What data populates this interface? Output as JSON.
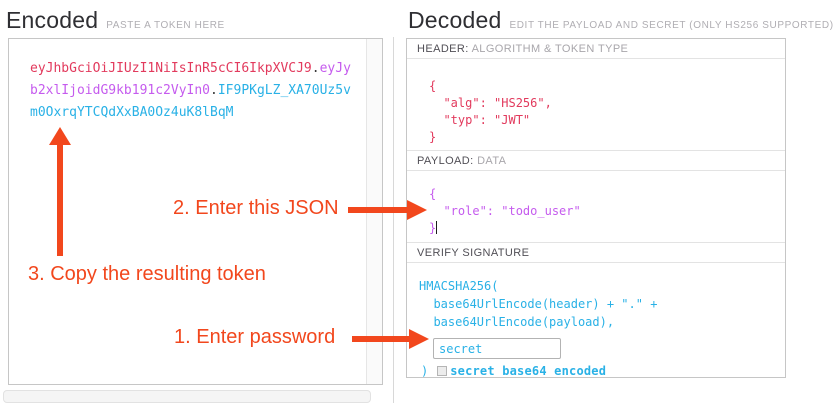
{
  "encoded_panel": {
    "title": "Encoded",
    "subtitle": "PASTE A TOKEN HERE",
    "token": {
      "header_part": "eyJhbGciOiJIUzI1NiIsInR5cCI6IkpXVCJ9",
      "dot1": ".",
      "payload_part": "eyJyb2xlIjoidG9kb191c2VyIn0",
      "dot2": ".",
      "signature_part": "IF9PKgLZ_XA70Uz5vm0OxrqYTCQdXxBA0Oz4uK8lBqM"
    }
  },
  "decoded_panel": {
    "title": "Decoded",
    "subtitle": "EDIT THE PAYLOAD AND SECRET (ONLY HS256 SUPPORTED)",
    "header_section": {
      "label": "HEADER:",
      "sublabel": "ALGORITHM & TOKEN TYPE",
      "lines": [
        "{",
        "  \"alg\": \"HS256\",",
        "  \"typ\": \"JWT\"",
        "}"
      ]
    },
    "payload_section": {
      "label": "PAYLOAD:",
      "sublabel": "DATA",
      "lines": [
        "{",
        "  \"role\": \"todo_user\"",
        "}"
      ]
    },
    "signature_section": {
      "label": "VERIFY SIGNATURE",
      "lines": [
        "HMACSHA256(",
        "  base64UrlEncode(header) + \".\" +",
        "  base64UrlEncode(payload),"
      ],
      "secret_input_value": "secret",
      "closing_paren": ")",
      "checkbox_label": "secret base64 encoded"
    }
  },
  "annotations": {
    "step1_label": "1. Enter password",
    "step2_label": "2. Enter this JSON",
    "step3_label": "3. Copy the resulting token"
  },
  "colors": {
    "token_header": "#e23a5d",
    "token_payload": "#c55bee",
    "token_signature": "#29b1e6",
    "annotation": "#f2471d"
  }
}
